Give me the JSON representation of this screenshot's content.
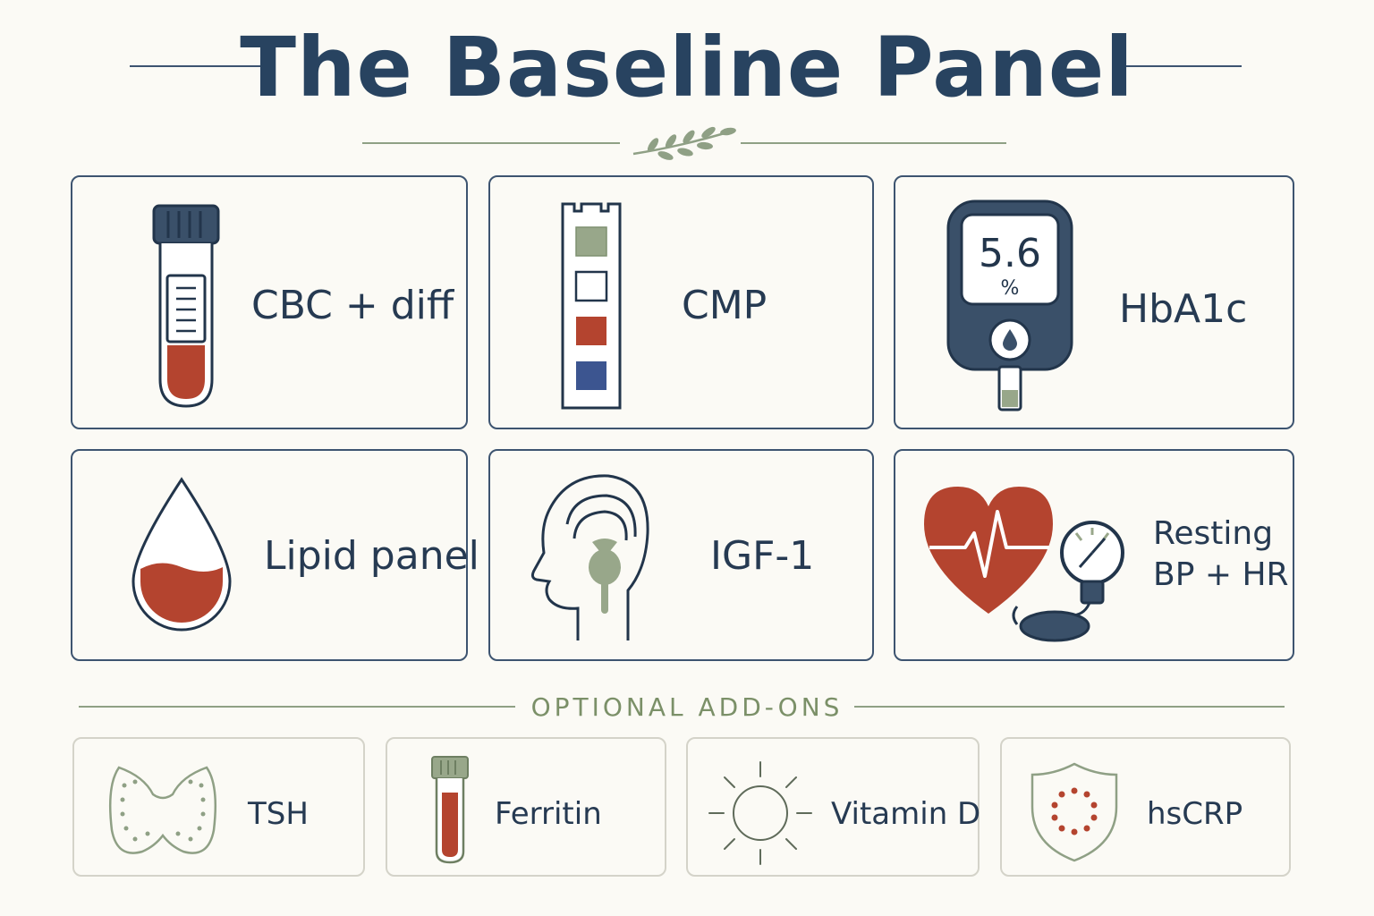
{
  "title": "The Baseline Panel",
  "section_label": "OPTIONAL ADD-ONS",
  "meter_reading": "5.6",
  "meter_unit": "%",
  "colors": {
    "navy": "#2c4057",
    "blood_red": "#b4442f",
    "sage_green": "#8fa085",
    "soft_navy": "#3d5470"
  },
  "baseline_tests": [
    {
      "label": "CBC + diff",
      "icon": "blood-tube-icon"
    },
    {
      "label": "CMP",
      "icon": "test-strip-icon"
    },
    {
      "label": "HbA1c",
      "icon": "glucose-meter-icon"
    },
    {
      "label": "Lipid panel",
      "icon": "blood-drop-icon"
    },
    {
      "label": "IGF-1",
      "icon": "head-pituitary-icon"
    },
    {
      "label_line1": "Resting",
      "label_line2": "BP + HR",
      "icon": "heart-bp-icon"
    }
  ],
  "addons": [
    {
      "label": "TSH",
      "icon": "thyroid-icon"
    },
    {
      "label": "Ferritin",
      "icon": "small-tube-icon"
    },
    {
      "label": "Vitamin D",
      "icon": "sun-icon"
    },
    {
      "label": "hsCRP",
      "icon": "shield-icon"
    }
  ]
}
